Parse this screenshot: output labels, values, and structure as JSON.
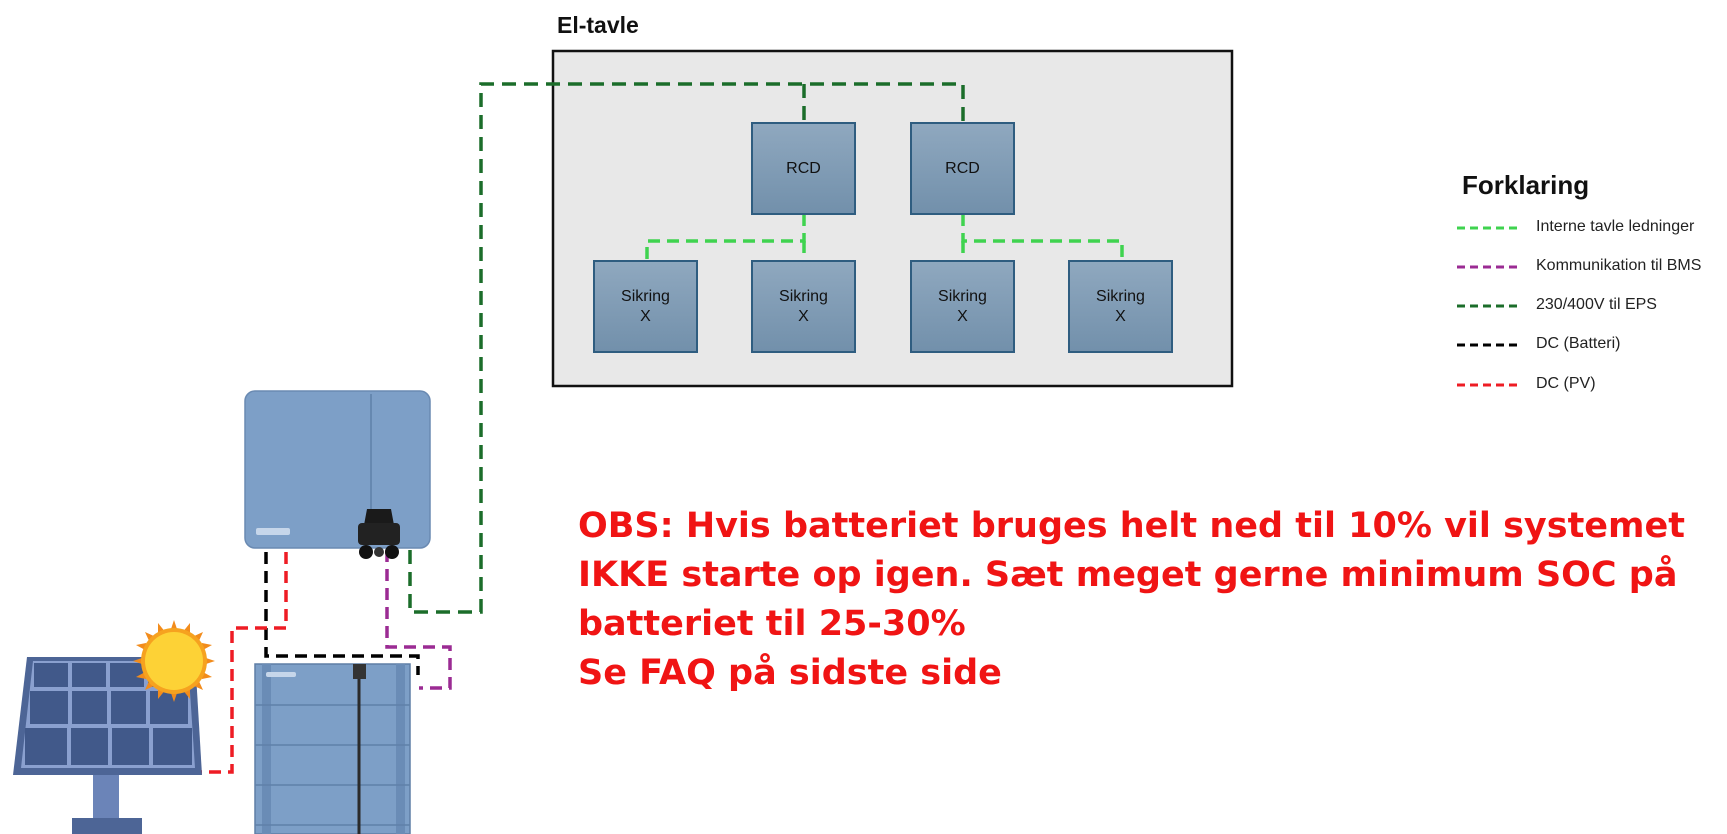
{
  "board": {
    "title": "El-tavle",
    "rcd_units": [
      {
        "label": "RCD"
      },
      {
        "label": "RCD"
      }
    ],
    "fuses": [
      {
        "line1": "Sikring",
        "line2": "X"
      },
      {
        "line1": "Sikring",
        "line2": "X"
      },
      {
        "line1": "Sikring",
        "line2": "X"
      },
      {
        "line1": "Sikring",
        "line2": "X"
      }
    ]
  },
  "legend": {
    "title": "Forklaring",
    "items": [
      {
        "label": "Interne tavle ledninger",
        "color": "#3fd34f"
      },
      {
        "label": "Kommunikation til BMS",
        "color": "#9b2b93"
      },
      {
        "label": "230/400V til EPS",
        "color": "#1b6d2a"
      },
      {
        "label": "DC (Batteri)",
        "color": "#000000"
      },
      {
        "label": "DC (PV)",
        "color": "#ee1c24"
      }
    ]
  },
  "notice": {
    "line1": "OBS: Hvis batteriet bruges helt ned til 10% vil systemet",
    "line2": "IKKE starte op igen. Sæt meget gerne minimum SOC på",
    "line3": "batteriet til 25-30%",
    "line4": "Se FAQ på sidste side"
  },
  "equipment": {
    "inverter_icon": "inverter-icon",
    "battery_icon": "battery-stack-icon",
    "solar_icon": "solar-panel-icon",
    "sun_icon": "sun-icon"
  }
}
